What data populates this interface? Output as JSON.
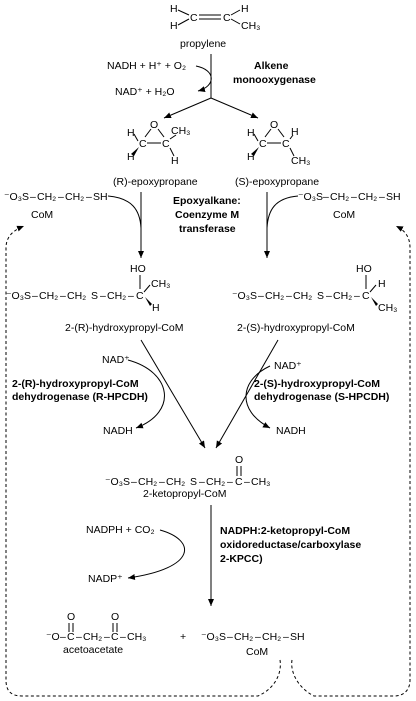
{
  "molecules": {
    "propylene": "propylene",
    "r_epoxy": "(R)-epoxypropane",
    "s_epoxy": "(S)-epoxypropane",
    "r_hpc": "2-(R)-hydroxypropyl-CoM",
    "s_hpc": "2-(S)-hydroxypropyl-CoM",
    "kpc": "2-ketopropyl-CoM",
    "acetoacetate": "acetoacetate",
    "com": "CoM",
    "com_left": "CoM",
    "com_right": "CoM",
    "com_bottom": "CoM"
  },
  "cofactors": {
    "nadh_h_o2": "NADH + H⁺ + O₂",
    "nad_h2o": "NAD⁺ + H₂O",
    "nad_left": "NAD⁺",
    "nadh_left": "NADH",
    "nad_right": "NAD⁺",
    "nadh_right": "NADH",
    "nadph_co2": "NADPH + CO₂",
    "nadp": "NADP⁺"
  },
  "enzymes": {
    "amo_1": "Alkene",
    "amo_2": "monooxygenase",
    "eat_1": "Epoxyalkane:",
    "eat_2": "Coenzyme M",
    "eat_3": "transferase",
    "rhpcdh_1": "2-(R)-hydroxypropyl-CoM",
    "rhpcdh_2": "dehydrogenase (R-HPCDH)",
    "shpcdh_1": "2-(S)-hydroxypropyl-CoM",
    "shpcdh_2": "dehydrogenase (S-HPCDH)",
    "kpcc_1": "NADPH:2-ketopropyl-CoM",
    "kpcc_2": "oxidoreductase/carboxylase",
    "kpcc_3": "2-KPCC)"
  },
  "atoms": {
    "H": "H",
    "C": "C",
    "O": "O",
    "CH3": "CH₃",
    "HO": "HO",
    "SH": "SH",
    "S": "S",
    "CH2": "CH₂",
    "O3S": "⁻O₃S",
    "Ominus": "⁻O",
    "plus": "+",
    "dash": "–"
  }
}
